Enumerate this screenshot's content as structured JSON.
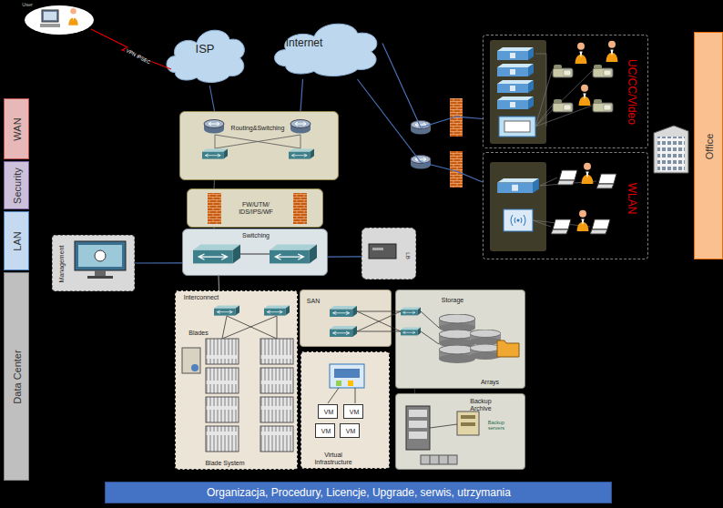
{
  "diagram": {
    "nodes": [
      {
        "text": [
          "WAN"
        ]
      },
      {
        "text": [
          "Security"
        ]
      },
      {
        "text": [
          "LAN"
        ]
      },
      {
        "text": [
          "Data Center"
        ]
      },
      {
        "text": [
          "ISP"
        ]
      },
      {
        "text": [
          "Internet"
        ]
      },
      {
        "text": [
          "Routing&Switching"
        ]
      },
      {
        "text": [
          "FW/UTM/ IDS/IPS/WF"
        ]
      },
      {
        "text": [
          "Switching"
        ]
      },
      {
        "text": [
          "LB"
        ]
      },
      {
        "text": [
          "Management"
        ]
      },
      {
        "text": [
          "Interconnect",
          "Blades",
          "Blade System"
        ]
      },
      {
        "text": [
          "SAN"
        ]
      },
      {
        "text": [
          "Virtual Infrastructure"
        ]
      },
      {
        "text": [
          "VM"
        ],
        "in": 13
      },
      {
        "text": [
          "VM"
        ],
        "in": 13
      },
      {
        "text": [
          "VM"
        ],
        "in": 13
      },
      {
        "text": [
          "VM"
        ],
        "in": 13
      },
      {
        "text": [
          "Storage",
          "Arrays"
        ]
      },
      {
        "text": [
          "Backup Archive",
          "Backup servers"
        ]
      },
      {
        "text": [
          "UC/CC/Video"
        ]
      },
      {
        "text": [
          "WLAN"
        ]
      },
      {
        "text": [
          "Office"
        ]
      },
      {
        "text": [
          "Organizacja, Procedury, Licencje, Upgrade, serwis, utrzymania"
        ]
      }
    ],
    "edges": [
      {
        "from": 4,
        "to": 6,
        "arrow": "none"
      },
      {
        "from": 5,
        "to": 6,
        "arrow": "none"
      },
      {
        "from": 5,
        "to": 20,
        "arrow": "none"
      },
      {
        "from": 5,
        "to": 21,
        "arrow": "none"
      },
      {
        "from": 6,
        "to": 7,
        "arrow": "none"
      },
      {
        "from": 7,
        "to": 8,
        "arrow": "none"
      },
      {
        "from": 10,
        "to": 8,
        "arrow": "none"
      },
      {
        "from": 8,
        "to": 9,
        "arrow": "none"
      },
      {
        "from": 8,
        "to": 11,
        "arrow": "none"
      },
      {
        "from": 12,
        "to": 18,
        "arrow": "none"
      },
      {
        "from": 18,
        "to": 19,
        "arrow": "none"
      }
    ],
    "labels": [
      "User",
      "VPN IPSEC"
    ]
  }
}
